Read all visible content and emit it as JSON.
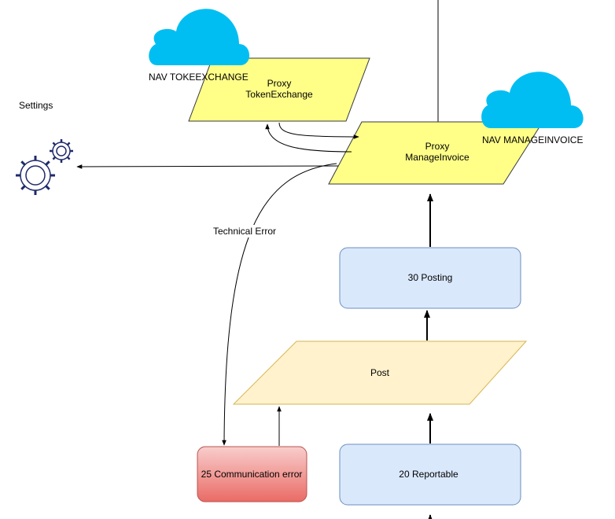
{
  "colors": {
    "proxy_fill": "#ffff88",
    "proxy_stroke": "#36393d",
    "post_fill": "#fff2cc",
    "post_stroke": "#d6b656",
    "status_fill": "#dae8fc",
    "status_stroke": "#6c8ebf",
    "error_fill_top": "#f8cecc",
    "error_fill_bottom": "#ea6b66",
    "error_stroke": "#b85450",
    "cloud_fill": "#00bef2",
    "gear_stroke": "#1f2a6b"
  },
  "clouds": {
    "token_exchange": {
      "label": "NAV TOKEEXCHANGE",
      "icon": "cloud-icon"
    },
    "manage_invoice": {
      "label": "NAV MANAGEINVOICE",
      "icon": "cloud-icon"
    }
  },
  "settings": {
    "label": "Settings",
    "icon": "gears-icon"
  },
  "nodes": {
    "proxy_token_exchange": {
      "line1": "Proxy",
      "line2": "TokenExchange"
    },
    "proxy_manage_invoice": {
      "line1": "Proxy",
      "line2": "ManageInvoice"
    },
    "posting": {
      "label": "30 Posting"
    },
    "post": {
      "label": "Post"
    },
    "reportable": {
      "label": "20 Reportable"
    },
    "communication_error": {
      "label": "25 Communication error"
    }
  },
  "edges": {
    "technical_error": {
      "label": "Technical Error"
    }
  }
}
